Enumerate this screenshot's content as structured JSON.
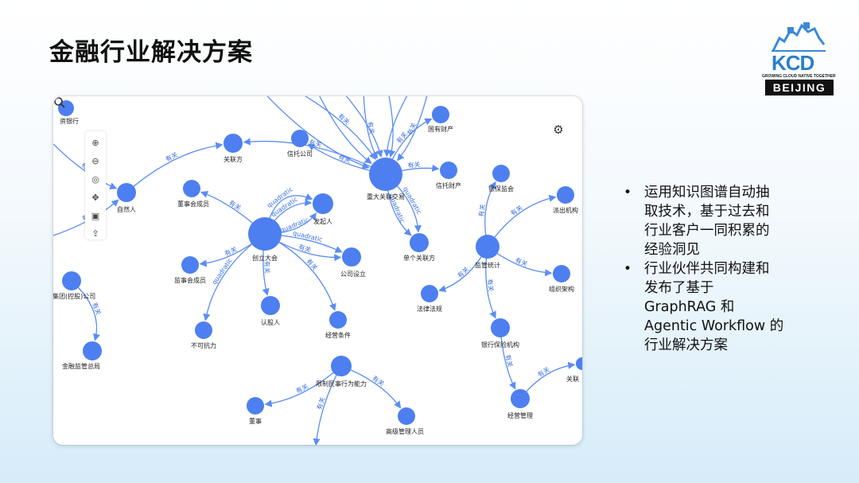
{
  "title": "金融行业解决方案",
  "logo": {
    "text": "KCD",
    "tagline": "GROWING CLOUD NATIVE TOGETHER",
    "city": "BEIJING"
  },
  "bullets": [
    {
      "lines": [
        "运用知识图谱自动抽",
        "取技术，基于过去和",
        "行业客户一同积累的",
        "经验洞见"
      ]
    },
    {
      "lines": [
        "行业伙伴共同构建和",
        "发布了基于",
        "GraphRAG 和",
        "Agentic Workflow 的",
        "行业解决方案"
      ]
    }
  ],
  "graph": {
    "colors": {
      "node": "#4d7ff0",
      "edge": "#5b8df2",
      "label": "#3b6fe0"
    },
    "nodes": [
      {
        "id": "n_bank",
        "label": "资银行"
      },
      {
        "id": "n_ziran",
        "label": "自然人"
      },
      {
        "id": "n_guanlian",
        "label": "关联方"
      },
      {
        "id": "n_xintuo",
        "label": "信托公司"
      },
      {
        "id": "n_dongshihui",
        "label": "董事会成员"
      },
      {
        "id": "n_chuangli",
        "label": "创立大会"
      },
      {
        "id": "n_faqi",
        "label": "发起人"
      },
      {
        "id": "n_gongsi",
        "label": "公司设立"
      },
      {
        "id": "n_jianshihui",
        "label": "监事会成员"
      },
      {
        "id": "n_rengu",
        "label": "认股人"
      },
      {
        "id": "n_bukekang",
        "label": "不可抗力"
      },
      {
        "id": "n_jingying",
        "label": "经营条件"
      },
      {
        "id": "n_zhongda",
        "label": "重大关联交易"
      },
      {
        "id": "n_guoyou",
        "label": "国有财产"
      },
      {
        "id": "n_xintuocc",
        "label": "信托财产"
      },
      {
        "id": "n_dange",
        "label": "单个关联方"
      },
      {
        "id": "n_jituan",
        "label": "集团(控股)公司"
      },
      {
        "id": "n_jinrong",
        "label": "金融监管总局"
      },
      {
        "id": "n_xianzhi",
        "label": "限制民事行为能力"
      },
      {
        "id": "n_dongshi",
        "label": "董事"
      },
      {
        "id": "n_gaoji",
        "label": "高级管理人员"
      },
      {
        "id": "n_jianguan",
        "label": "监管统计"
      },
      {
        "id": "n_yinbao",
        "label": "银保监会"
      },
      {
        "id": "n_paichu",
        "label": "派出机构"
      },
      {
        "id": "n_zuzhi",
        "label": "组织架构"
      },
      {
        "id": "n_falv",
        "label": "法律法规"
      },
      {
        "id": "n_yinhang",
        "label": "银行保险机构"
      },
      {
        "id": "n_jyguanli",
        "label": "经营管理"
      },
      {
        "id": "n_guanx",
        "label": "关联"
      }
    ],
    "edge_labels": {
      "related": "有关",
      "quadratic": "quadratic"
    }
  }
}
